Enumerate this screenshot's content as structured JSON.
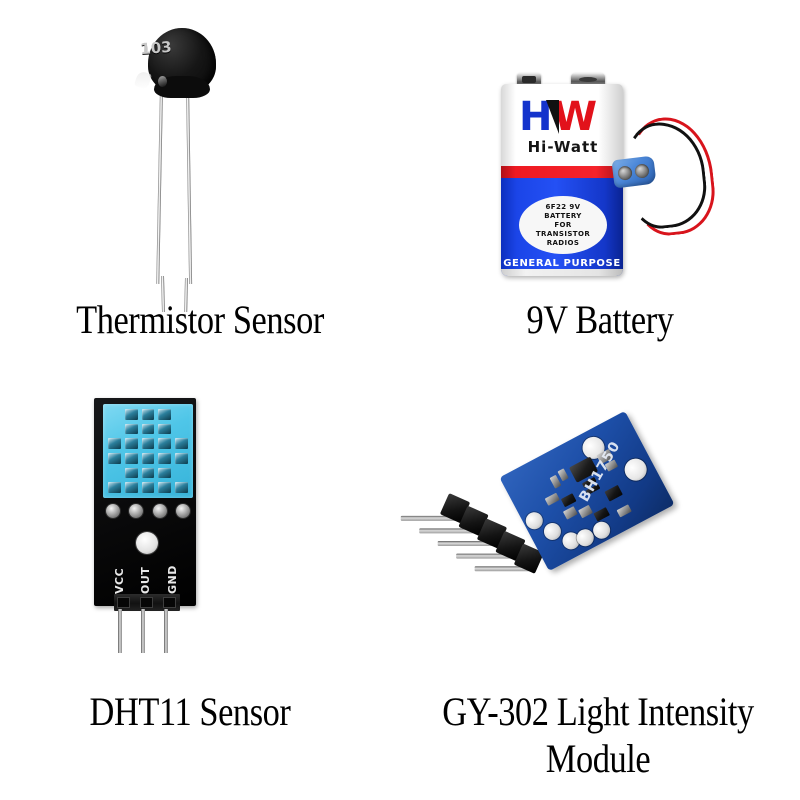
{
  "page": {
    "background_color": "#ffffff",
    "layout": "2x2-component-grid",
    "caption_color": "#000000"
  },
  "items": [
    {
      "id": "thermistor",
      "caption": "Thermistor Sensor",
      "component_label": "103",
      "colors": {
        "body": "#111111",
        "leads": "#cccccc"
      },
      "parts": [
        "disc-body",
        "lead-left",
        "lead-right"
      ]
    },
    {
      "id": "battery",
      "caption": "9V Battery",
      "brand_h": "H",
      "brand_w": "W",
      "brand_name": "Hi-Watt",
      "oval_lines": [
        "6F22 9V",
        "BATTERY",
        "FOR",
        "TRANSISTOR",
        "RADIOS"
      ],
      "footer_text": "GENERAL PURPOSE",
      "colors": {
        "blue": "#1b45e8",
        "red": "#ee1a22",
        "white": "#ffffff",
        "logo_h": "#1433cc",
        "logo_w": "#e2121b",
        "snap_clip": "#4a86d8",
        "wire_black": "#111111",
        "wire_red": "#d8141c"
      },
      "parts": [
        "negative-terminal",
        "positive-terminal",
        "battery-snap-connector",
        "black-wire",
        "red-wire"
      ]
    },
    {
      "id": "dht11",
      "caption": "DHT11 Sensor",
      "pin_labels": [
        "VCC",
        "OUT",
        "GND"
      ],
      "colors": {
        "pcb": "#0b0b0c",
        "sensor": "#4fc6e8",
        "pads": "#b5b5b5"
      },
      "parts": [
        "sensor-housing",
        "vent-grid",
        "solder-pads",
        "mounting-hole",
        "pin-header"
      ]
    },
    {
      "id": "gy302",
      "caption": "GY-302 Light Intensity\nModule",
      "silkscreen": "BH1750",
      "colors": {
        "pcb": "#1d4fa8",
        "pads": "#e6e6e6",
        "header": "#141414"
      },
      "parts": [
        "pcb",
        "mounting-hole-a",
        "mounting-hole-b",
        "gold-pads",
        "smd-components",
        "pin-header-5"
      ]
    }
  ]
}
